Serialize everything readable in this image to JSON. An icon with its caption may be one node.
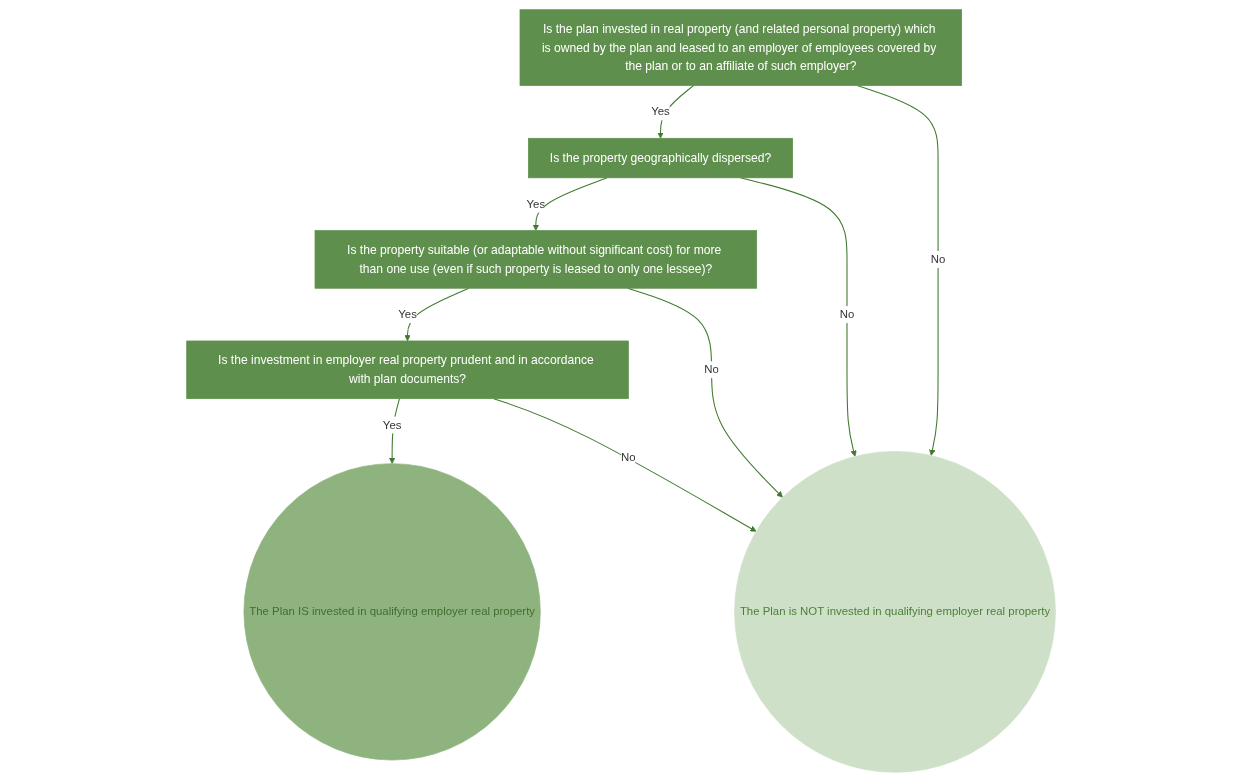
{
  "diagram": {
    "nodes": [
      {
        "text": [
          "Is the plan invested in real property (and related personal property) which is owned by the plan and leased to an employer of employees covered by the plan or to an affiliate of such employer?"
        ]
      },
      {
        "text": [
          "Is the property geographically dispersed?"
        ]
      },
      {
        "text": [
          "Is the property suitable (or adaptable without significant cost) for more than one use (even if such property is leased to only one lessee)?"
        ]
      },
      {
        "text": [
          "Is the investment in employer real property prudent and in accordance with plan documents?"
        ]
      },
      {
        "text": [
          "The Plan is NOT invested in qualifying employer real property"
        ]
      },
      {
        "text": [
          "The Plan IS invested in qualifying employer real property"
        ]
      }
    ],
    "edges": [
      {
        "from": 0,
        "to": 1,
        "label": "Yes",
        "arrow": "to"
      },
      {
        "from": 1,
        "to": 2,
        "label": "Yes",
        "arrow": "to"
      },
      {
        "from": 2,
        "to": 3,
        "label": "Yes",
        "arrow": "to"
      },
      {
        "from": 3,
        "to": 5,
        "label": "Yes",
        "arrow": "to"
      },
      {
        "from": 0,
        "to": 4,
        "label": "No",
        "arrow": "to"
      },
      {
        "from": 1,
        "to": 4,
        "label": "No",
        "arrow": "to"
      },
      {
        "from": 2,
        "to": 4,
        "label": "No",
        "arrow": "to"
      },
      {
        "from": 3,
        "to": 4,
        "label": "No",
        "arrow": "to"
      }
    ]
  }
}
